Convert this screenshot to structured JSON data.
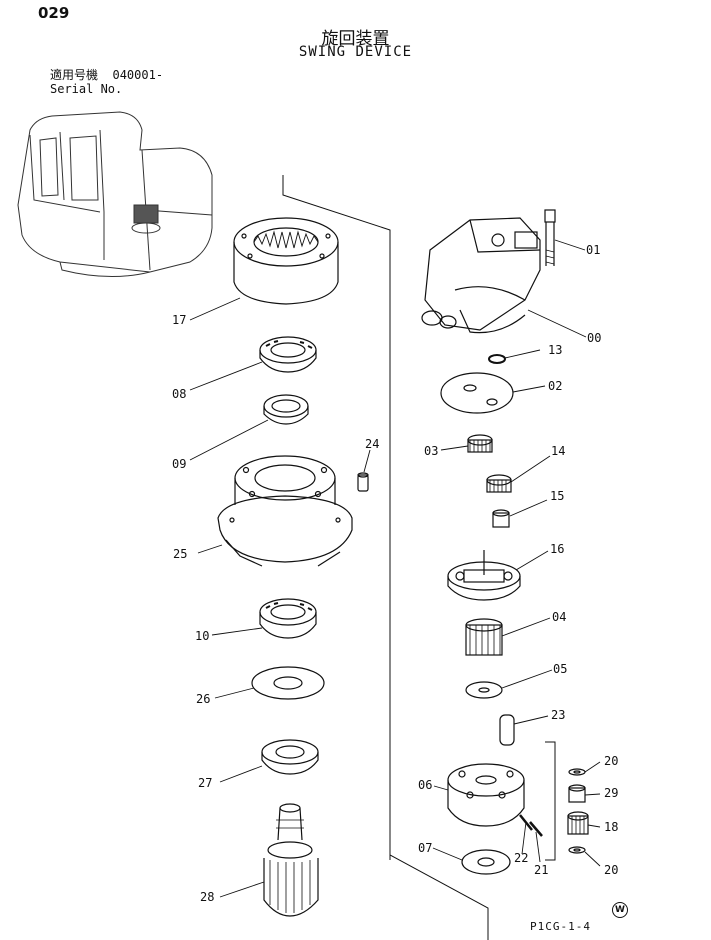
{
  "header": {
    "page_number": "029",
    "title_jp": "旋回装置",
    "title_en": "SWING DEVICE",
    "serial_label_jp": "適用号機",
    "serial_value": "040001-",
    "serial_label_en": "Serial No."
  },
  "callouts": {
    "c00": "00",
    "c01": "01",
    "c02": "02",
    "c03": "03",
    "c04": "04",
    "c05": "05",
    "c06": "06",
    "c07": "07",
    "c08": "08",
    "c09": "09",
    "c10": "10",
    "c13": "13",
    "c14": "14",
    "c15": "15",
    "c16": "16",
    "c17": "17",
    "c18": "18",
    "c20a": "20",
    "c20b": "20",
    "c21": "21",
    "c22": "22",
    "c23": "23",
    "c24": "24",
    "c25": "25",
    "c26": "26",
    "c27": "27",
    "c28": "28",
    "c29": "29"
  },
  "footer": {
    "reference_code": "P1CG-1-4",
    "mark": "W"
  }
}
